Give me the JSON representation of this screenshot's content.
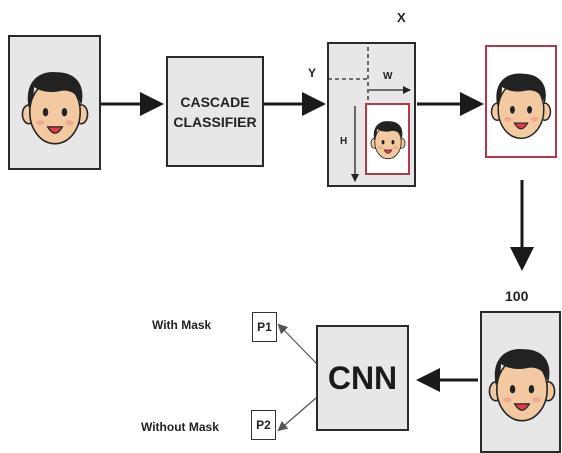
{
  "classifier": {
    "line1": "CASCADE",
    "line2": "CLASSIFIER"
  },
  "axes": {
    "x": "X",
    "y": "Y",
    "w": "W",
    "h": "H"
  },
  "resize_label": "100",
  "cnn_label": "CNN",
  "outputs": [
    {
      "id": "P1",
      "label": "With Mask"
    },
    {
      "id": "P2",
      "label": "Without Mask"
    }
  ],
  "colors": {
    "accent_border": "#b03a4a",
    "box_fill": "#e6e7e6",
    "arrow": "#1a1a1a"
  }
}
